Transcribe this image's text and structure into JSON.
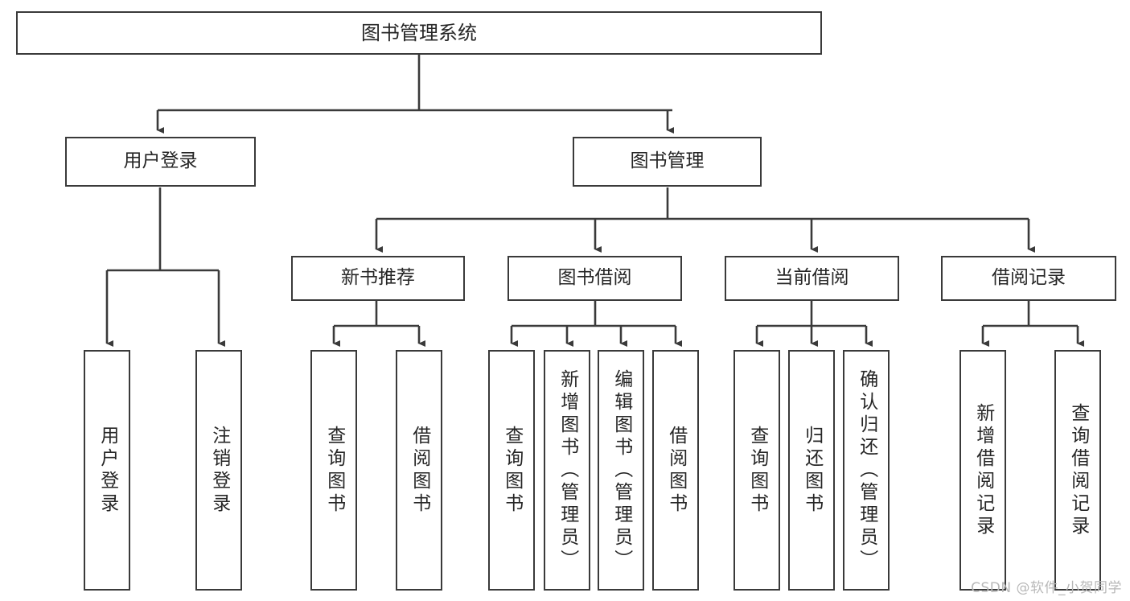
{
  "diagram": {
    "title": "图书管理系统",
    "type": "function-hierarchy-tree",
    "watermark": "CSDN @软件_小贺同学",
    "colors": {
      "stroke": "#3a3a3a",
      "fill": "#ffffff",
      "text": "#262626",
      "watermark": "#b8b8b8"
    },
    "nodes": {
      "root": {
        "label": "图书管理系统"
      },
      "level2": [
        {
          "id": "user-login",
          "label": "用户登录"
        },
        {
          "id": "book-management",
          "label": "图书管理"
        }
      ],
      "level3": [
        {
          "id": "new-book-recommend",
          "label": "新书推荐"
        },
        {
          "id": "book-borrow",
          "label": "图书借阅"
        },
        {
          "id": "current-borrow",
          "label": "当前借阅"
        },
        {
          "id": "borrow-record",
          "label": "借阅记录"
        }
      ],
      "leaves": {
        "user-login": [
          {
            "id": "leaf-user-login",
            "label": "用户登录"
          },
          {
            "id": "leaf-logout",
            "label": "注销登录"
          }
        ],
        "new-book-recommend": [
          {
            "id": "leaf-query-book-1",
            "label": "查询图书"
          },
          {
            "id": "leaf-borrow-book-1",
            "label": "借阅图书"
          }
        ],
        "book-borrow": [
          {
            "id": "leaf-query-book-2",
            "label": "查询图书"
          },
          {
            "id": "leaf-add-book",
            "label": "新增图书（管理员）"
          },
          {
            "id": "leaf-edit-book",
            "label": "编辑图书（管理员）"
          },
          {
            "id": "leaf-borrow-book-2",
            "label": "借阅图书"
          }
        ],
        "current-borrow": [
          {
            "id": "leaf-query-book-3",
            "label": "查询图书"
          },
          {
            "id": "leaf-return-book",
            "label": "归还图书"
          },
          {
            "id": "leaf-confirm-return",
            "label": "确认归还（管理员）"
          }
        ],
        "borrow-record": [
          {
            "id": "leaf-add-record",
            "label": "新增借阅记录"
          },
          {
            "id": "leaf-query-record",
            "label": "查询借阅记录"
          }
        ]
      }
    }
  }
}
